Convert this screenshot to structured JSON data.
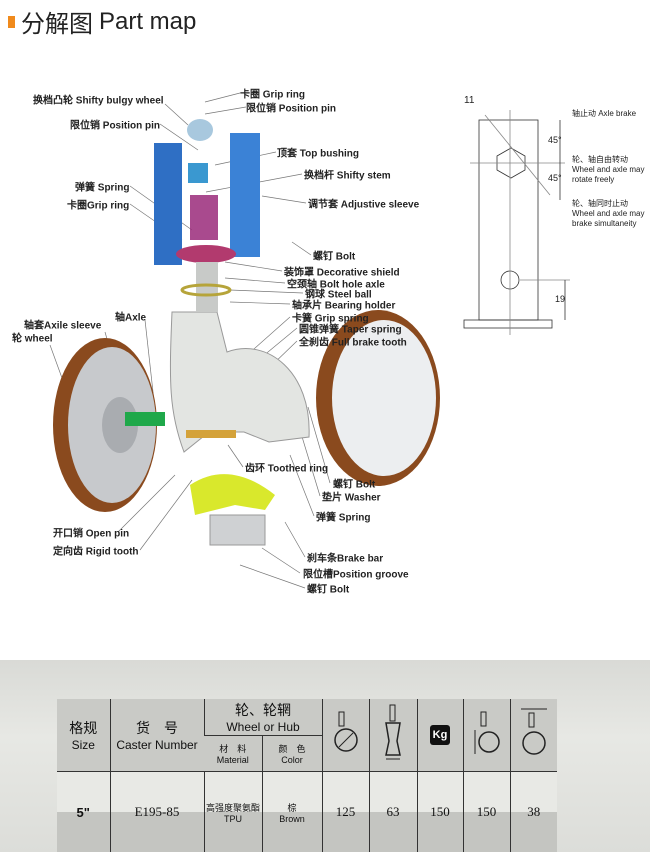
{
  "title": {
    "cn": "分解图",
    "en": "Part map"
  },
  "labels": {
    "grip_ring_top": "卡圈 Grip ring",
    "position_pin_top": "限位销 Position pin",
    "shifty_bulgy_wheel": "换档凸轮 Shifty bulgy wheel",
    "position_pin": "限位销 Position pin",
    "top_bushing": "顶套 Top bushing",
    "shifty_stem": "换档杆 Shifty stem",
    "spring_upper": "弹簧 Spring",
    "adjustive_sleeve": "调节套 Adjustive sleeve",
    "grip_ring": "卡圈Grip ring",
    "bolt_upper": "螺钉 Bolt",
    "decorative_shield": "装饰罩 Decorative shield",
    "bolt_hole_axle": "空颈轴 Bolt hole axle",
    "steel_ball": "钢球 Steel ball",
    "bearing_holder": "轴承片 Bearing holder",
    "axle_sleeve": "轴套Axile sleeve",
    "axle": "轴Axle",
    "wheel": "轮 wheel",
    "grip_spring": "卡簧 Grip spring",
    "taper_spring": "圆锥弹簧 Taper spring",
    "full_brake_tooth": "全刹齿 Full brake tooth",
    "toothed_ring": "齿环 Toothed ring",
    "bolt_mid": "螺钉 Bolt",
    "washer": "垫片 Washer",
    "spring_lower": "弹簧 Spring",
    "open_pin": "开口销 Open pin",
    "rigid_tooth": "定向齿 Rigid tooth",
    "brake_bar": "刹车条Brake bar",
    "position_groove": "限位槽Position groove",
    "bolt_lower": "螺钉 Bolt"
  },
  "drawing": {
    "dim_11": "11",
    "angle_1": "45°",
    "angle_2": "45°",
    "dim_19": "19",
    "axle_brake": "轴止动 Axle brake",
    "rotate_cn": "轮、轴自由转动",
    "rotate_en1": "Wheel and axle may",
    "rotate_en2": "rotate freely",
    "brake_cn": "轮、轴同时止动",
    "brake_en1": "Wheel and axle may",
    "brake_en2": "brake simultaneity"
  },
  "table": {
    "size_cn": "格规",
    "size_en": "Size",
    "number_cn": "货　号",
    "number_en": "Caster Number",
    "hub_cn": "轮、轮辋",
    "hub_en": "Wheel or Hub",
    "material_cn": "材　料",
    "material_en": "Material",
    "color_cn": "颜　色",
    "color_en": "Color",
    "kg": "Kg",
    "row": {
      "size": "5\"",
      "number": "E195-85",
      "material_cn": "高强度聚氨酯",
      "material_en": "TPU",
      "color_cn": "棕",
      "color_en": "Brown",
      "diameter": "125",
      "width": "63",
      "load": "150",
      "height": "150",
      "offset": "38"
    }
  }
}
